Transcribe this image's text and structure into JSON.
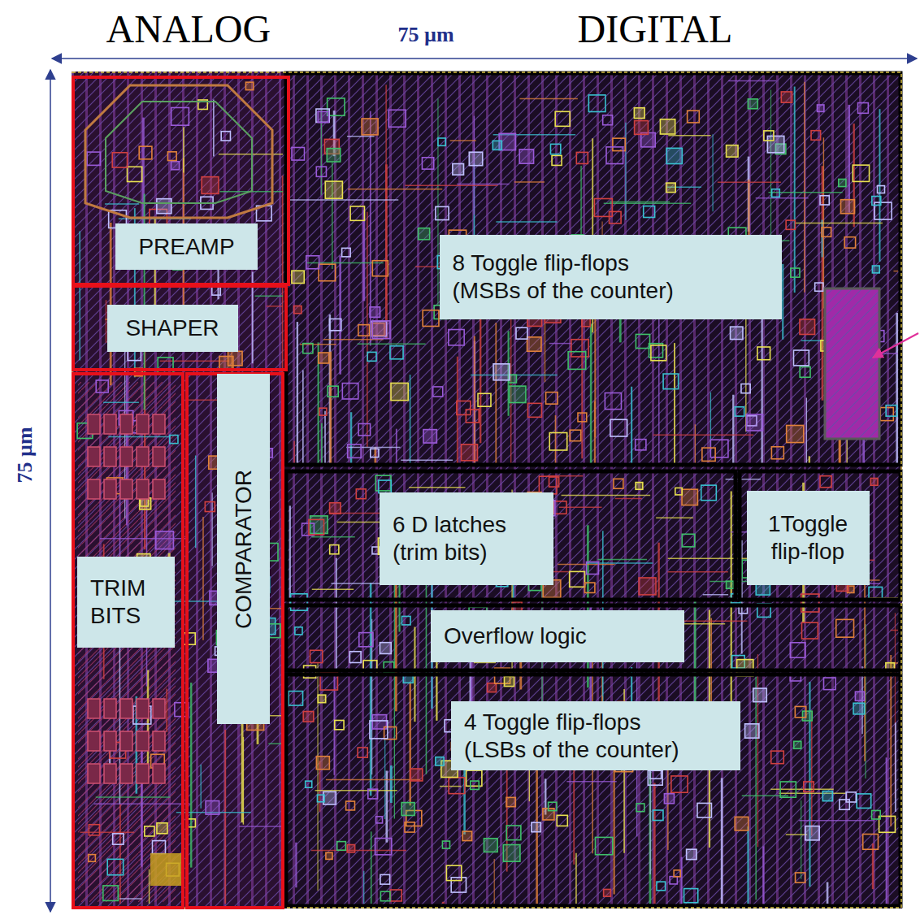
{
  "diagram": {
    "nodes": [
      {
        "text": [
          "PREAMP"
        ]
      },
      {
        "text": [
          "SHAPER"
        ]
      },
      {
        "text": [
          "8 Toggle flip-flops (MSBs of the counter)"
        ]
      },
      {
        "text": [
          "6 D latches (trim bits)"
        ]
      },
      {
        "text": [
          "1Toggle flip-flop"
        ]
      },
      {
        "text": [
          "TRIM BITS"
        ]
      },
      {
        "text": [
          "COMPARATOR"
        ]
      },
      {
        "text": [
          "Overflow logic"
        ]
      },
      {
        "text": [
          "4 Toggle flip-flops (LSBs of the counter)"
        ]
      }
    ],
    "labels": [
      "ANALOG",
      "75 µm",
      "DIGITAL",
      "75 µm"
    ]
  }
}
